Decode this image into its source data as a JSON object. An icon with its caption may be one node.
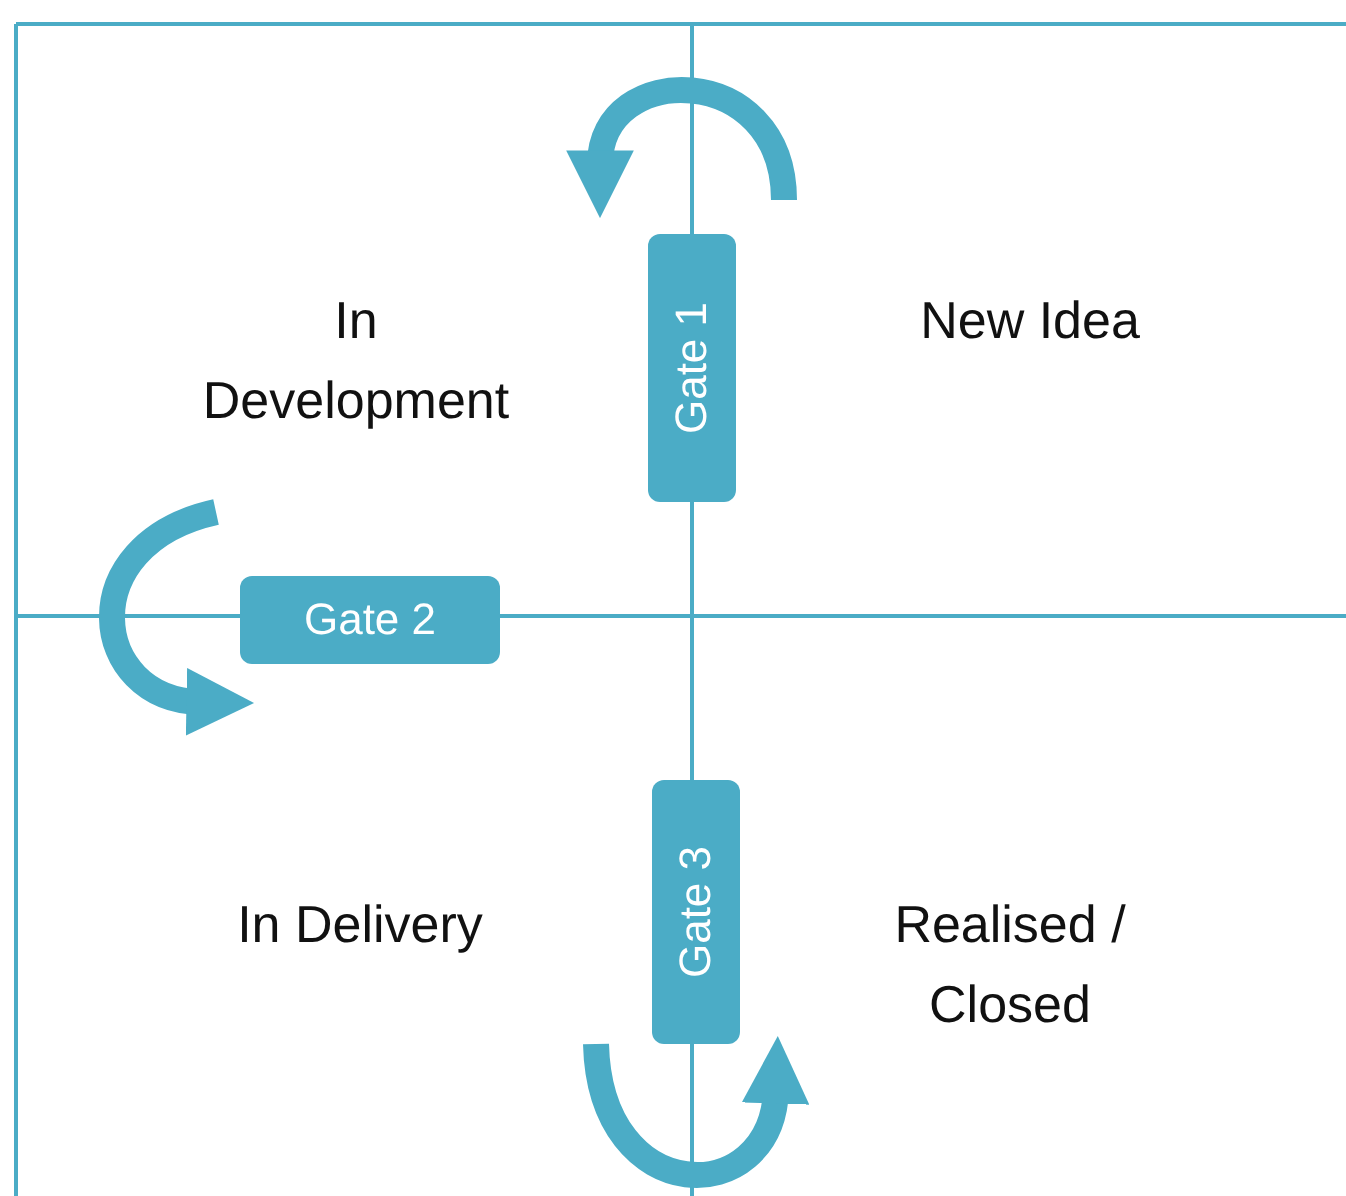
{
  "diagram": {
    "nodes": [
      {
        "text": [
          "In Development"
        ]
      },
      {
        "text": [
          "Gate 1"
        ]
      },
      {
        "text": [
          "New Idea"
        ]
      },
      {
        "text": [
          "Gate 2"
        ]
      },
      {
        "text": [
          "In Delivery"
        ]
      },
      {
        "text": [
          "Gate 3"
        ]
      },
      {
        "text": [
          "Realised / Closed"
        ]
      }
    ]
  }
}
